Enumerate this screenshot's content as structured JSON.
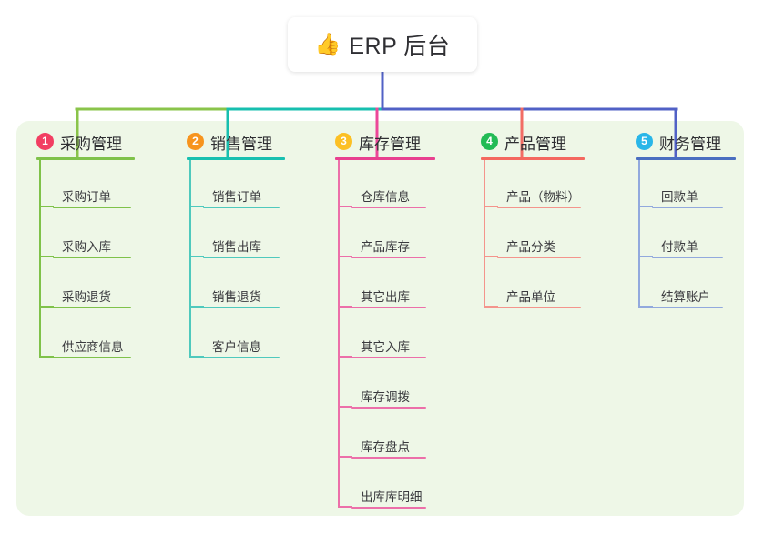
{
  "root": {
    "icon": "thumbs-up-emoji",
    "emoji": "👍",
    "title": "ERP 后台"
  },
  "palette": {
    "panel_bg": "#eef7e7",
    "page_bg": "#ffffff",
    "bus_green": "#8ac44a",
    "bus_teal": "#17bfaf",
    "bus_blue": "#5161c6",
    "bus_pink": "#ec4899",
    "bus_red": "#f26d65",
    "stem_blue": "#5161c6"
  },
  "columns": [
    {
      "index": "1",
      "title": "采购管理",
      "badge_color": "#f23e62",
      "rule_color": "#7fc24a",
      "leaf_color": "#7fc24a",
      "stem_color": "#8ac44a",
      "leaves": [
        "采购订单",
        "采购入库",
        "采购退货",
        "供应商信息"
      ]
    },
    {
      "index": "2",
      "title": "销售管理",
      "badge_color": "#f7941e",
      "rule_color": "#18c0b0",
      "leaf_color": "#4fc9bd",
      "stem_color": "#17bfaf",
      "leaves": [
        "销售订单",
        "销售出库",
        "销售退货",
        "客户信息"
      ]
    },
    {
      "index": "3",
      "title": "库存管理",
      "badge_color": "#fcc024",
      "rule_color": "#e8408f",
      "leaf_color": "#ec6fa9",
      "stem_color": "#ec4899",
      "leaves": [
        "仓库信息",
        "产品库存",
        "其它出库",
        "其它入库",
        "库存调拨",
        "库存盘点",
        "出库库明细"
      ]
    },
    {
      "index": "4",
      "title": "产品管理",
      "badge_color": "#22bb55",
      "rule_color": "#f4685f",
      "leaf_color": "#f4948c",
      "stem_color": "#f26d65",
      "leaves": [
        "产品（物料）",
        "产品分类",
        "产品单位"
      ]
    },
    {
      "index": "5",
      "title": "财务管理",
      "badge_color": "#29b6e8",
      "rule_color": "#4a6ec0",
      "leaf_color": "#92a9dd",
      "stem_color": "#5161c6",
      "leaves": [
        "回款单",
        "付款单",
        "结算账户"
      ]
    }
  ]
}
